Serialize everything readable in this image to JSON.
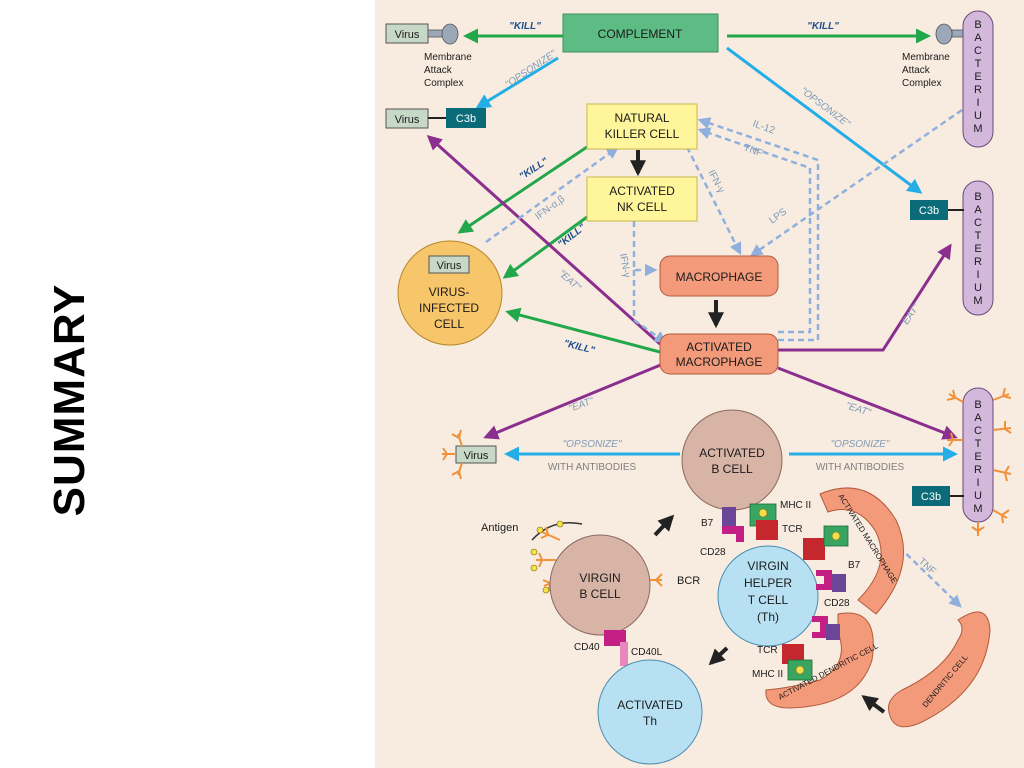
{
  "slide": {
    "title": "SUMMARY"
  },
  "colors": {
    "background": "#f8ece0",
    "kill": "#22a84a",
    "opsonize": "#25aee6",
    "eat": "#8b2f8f",
    "cytokine": "#8fb0dc",
    "complement": "#5dbb84",
    "nk": "#fff59a",
    "macrophage": "#f29a7a",
    "infected": "#f7c56a",
    "bacterium": "#d3b8dc",
    "c3b": "#0b6b78",
    "bcell": "#d8b4a6",
    "tcell": "#b7e1f3"
  },
  "diagram": {
    "complement": "COMPLEMENT",
    "kill": "\"KILL\"",
    "opsonize": "\"OPSONIZE\"",
    "eat": "\"EAT\"",
    "virus": "Virus",
    "c3b": "C3b",
    "membrane_attack": [
      "Membrane",
      "Attack",
      "Complex"
    ],
    "natural_killer": [
      "NATURAL",
      "KILLER CELL"
    ],
    "activated_nk": [
      "ACTIVATED",
      "NK CELL"
    ],
    "virus_infected": [
      "VIRUS-",
      "INFECTED",
      "CELL"
    ],
    "macrophage": "MACROPHAGE",
    "activated_macrophage": [
      "ACTIVATED",
      "MACROPHAGE"
    ],
    "activated_b": [
      "ACTIVATED",
      "B CELL"
    ],
    "virgin_b": [
      "VIRGIN",
      "B CELL"
    ],
    "virgin_t": [
      "VIRGIN",
      "HELPER",
      "T CELL",
      "(Th)"
    ],
    "activated_th": [
      "ACTIVATED",
      "Th"
    ],
    "with_antibodies": "WITH ANTIBODIES",
    "bacterium_letters": [
      "B",
      "A",
      "C",
      "T",
      "E",
      "R",
      "I",
      "U",
      "M"
    ],
    "il12": "IL-12",
    "tnf": "TNF",
    "ifn_ab": "IFN-α,β",
    "ifn_g": "IFN-γ",
    "lps": "LPS",
    "antigen": "Antigen",
    "bcr": "BCR",
    "mhc2": "MHC II",
    "tcr": "TCR",
    "b7": "B7",
    "cd28": "CD28",
    "cd40": "CD40",
    "cd40l": "CD40L",
    "activated_macrophage_arc": "ACTIVATED MACROPHAGE",
    "activated_dendritic_arc": "ACTIVATED DENDRITIC CELL",
    "dendritic_cell": "DENDRITIC CELL"
  }
}
